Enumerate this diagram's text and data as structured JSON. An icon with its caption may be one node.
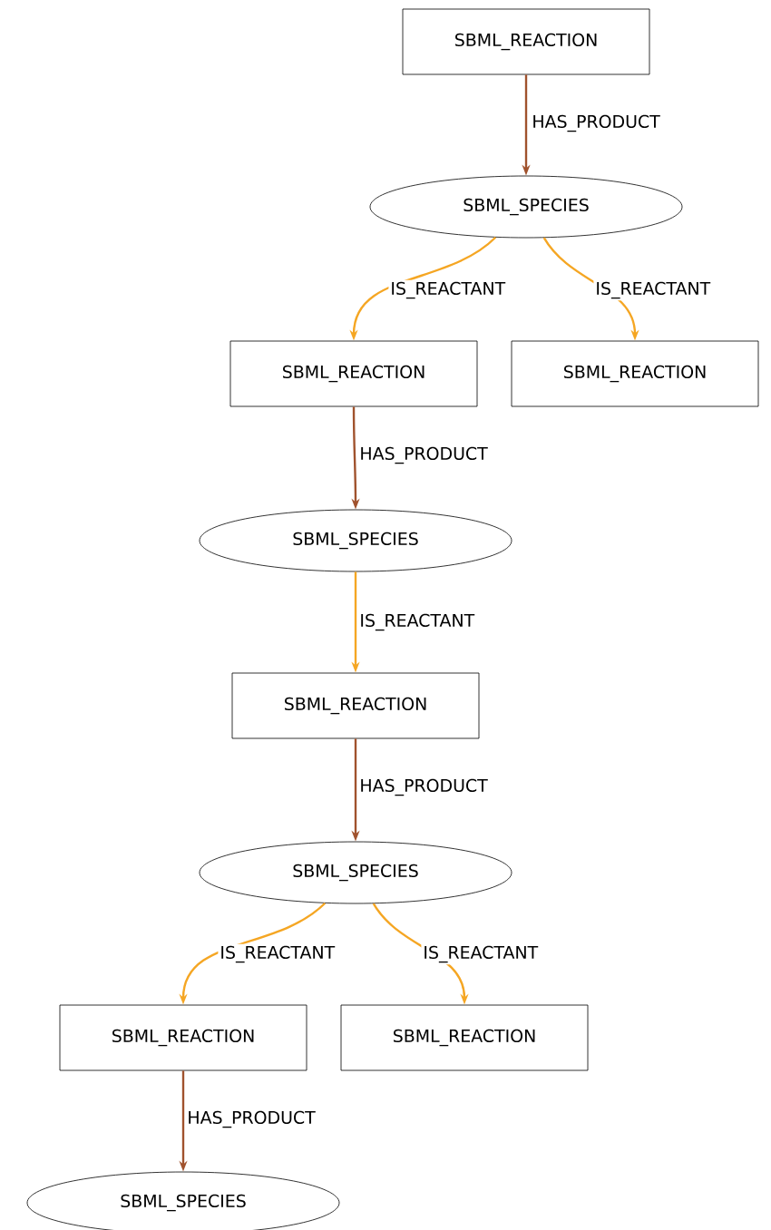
{
  "diagram": {
    "nodes": [
      {
        "text": [
          "SBML_REACTION"
        ]
      },
      {
        "text": [
          "SBML_SPECIES"
        ]
      },
      {
        "text": [
          "SBML_REACTION"
        ]
      },
      {
        "text": [
          "SBML_REACTION"
        ]
      },
      {
        "text": [
          "SBML_SPECIES"
        ]
      },
      {
        "text": [
          "SBML_REACTION"
        ]
      },
      {
        "text": [
          "SBML_SPECIES"
        ]
      },
      {
        "text": [
          "SBML_REACTION"
        ]
      },
      {
        "text": [
          "SBML_REACTION"
        ]
      },
      {
        "text": [
          "SBML_SPECIES"
        ]
      }
    ],
    "edges": [
      {
        "from": 0,
        "to": 1,
        "arrow": "to",
        "label": "HAS_PRODUCT",
        "color": "#a0522d"
      },
      {
        "from": 1,
        "to": 2,
        "arrow": "to",
        "label": "IS_REACTANT"
      },
      {
        "from": 1,
        "to": 3,
        "arrow": "to",
        "label": "IS_REACTANT"
      },
      {
        "from": 2,
        "to": 4,
        "arrow": "to",
        "label": "HAS_PRODUCT",
        "color": "#a0522d"
      },
      {
        "from": 4,
        "to": 5,
        "arrow": "to",
        "label": "IS_REACTANT"
      },
      {
        "from": 5,
        "to": 6,
        "arrow": "to",
        "label": "HAS_PRODUCT",
        "color": "#a0522d"
      },
      {
        "from": 6,
        "to": 7,
        "arrow": "to",
        "label": "IS_REACTANT"
      },
      {
        "from": 6,
        "to": 8,
        "arrow": "to",
        "label": "IS_REACTANT"
      },
      {
        "from": 7,
        "to": 9,
        "arrow": "to",
        "label": "HAS_PRODUCT",
        "color": "#a0522d"
      }
    ]
  }
}
